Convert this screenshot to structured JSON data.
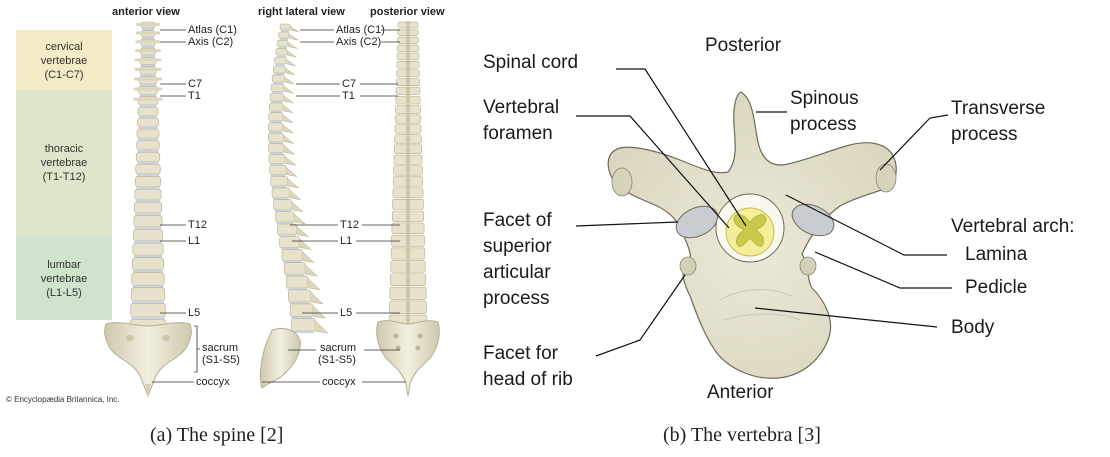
{
  "spine": {
    "views": {
      "anterior": "anterior view",
      "lateral": "right lateral view",
      "posterior": "posterior view"
    },
    "regions": [
      {
        "id": "cervical",
        "lines": [
          "cervical",
          "vertebrae",
          "(C1-C7)"
        ],
        "color": "#f2ebc5"
      },
      {
        "id": "thoracic",
        "lines": [
          "thoracic",
          "vertebrae",
          "(T1-T12)"
        ],
        "color": "#dde6cb"
      },
      {
        "id": "lumbar",
        "lines": [
          "lumbar",
          "vertebrae",
          "(L1-L5)"
        ],
        "color": "#cfe3cd"
      }
    ],
    "anterior_labels": {
      "atlas": "Atlas (C1)",
      "axis": "Axis (C2)",
      "c7": "C7",
      "t1": "T1",
      "t12": "T12",
      "l1": "L1",
      "l5": "L5",
      "sacrum_1": "sacrum",
      "sacrum_2": "(S1-S5)",
      "coccyx": "coccyx"
    },
    "posterior_labels": {
      "atlas": "Atlas (C1)",
      "axis": "Axis (C2)",
      "c7": "C7",
      "t1": "T1",
      "t12": "T12",
      "l1": "L1",
      "l5": "L5",
      "sacrum_1": "sacrum",
      "sacrum_2": "(S1-S5)",
      "coccyx": "coccyx"
    },
    "copyright": "© Encyclopædia Britannica, Inc.",
    "bone_color": "#e8e2cc",
    "disc_color": "#c8d4e0"
  },
  "vertebra": {
    "orientation": {
      "top": "Posterior",
      "bottom": "Anterior"
    },
    "labels": {
      "spinal_cord": "Spinal cord",
      "foramen_1": "Vertebral",
      "foramen_2": "foramen",
      "spinous_1": "Spinous",
      "spinous_2": "process",
      "transverse_1": "Transverse",
      "transverse_2": "process",
      "facet_sup_1": "Facet of",
      "facet_sup_2": "superior",
      "facet_sup_3": "articular",
      "facet_sup_4": "process",
      "arch_1": "Vertebral arch:",
      "arch_2": "Lamina",
      "pedicle": "Pedicle",
      "body": "Body",
      "facet_rib_1": "Facet for",
      "facet_rib_2": "head of rib"
    },
    "bone_color": "#e4e0cd",
    "cord_color": "#f6f0a0"
  },
  "captions": {
    "a": "(a) The spine [2]",
    "b": "(b) The vertebra [3]"
  }
}
